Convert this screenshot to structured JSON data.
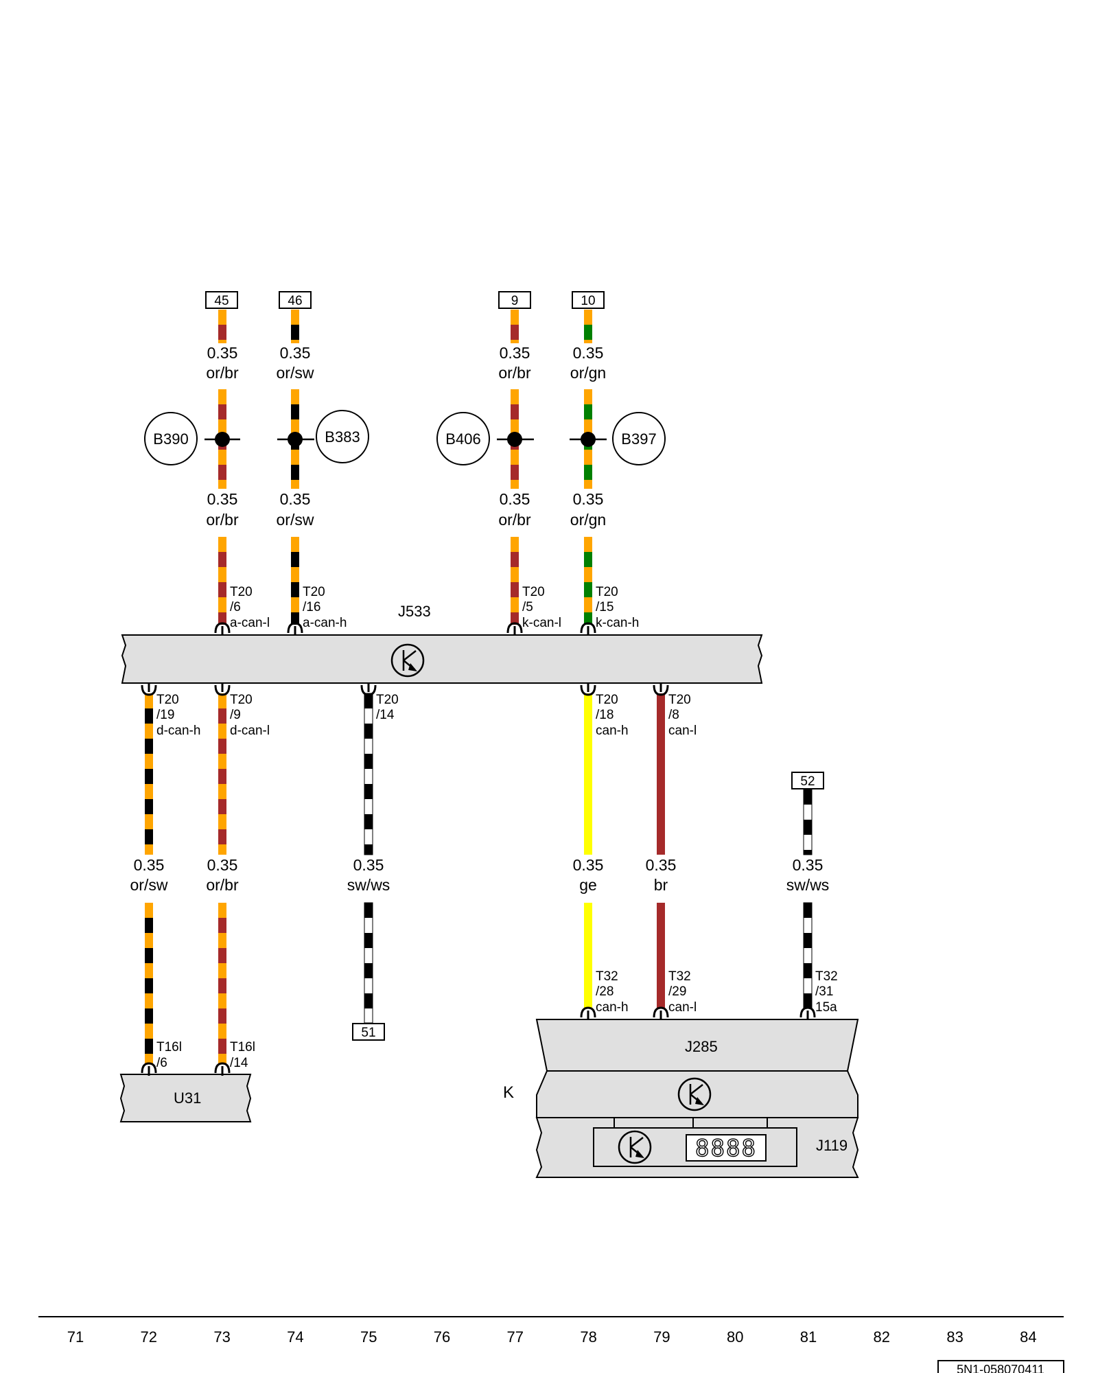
{
  "components": {
    "j533": "J533",
    "j285": "J285",
    "j119": "J119",
    "u31": "U31",
    "k": "K",
    "display": "8888"
  },
  "splices": [
    "B390",
    "B383",
    "B406",
    "B397"
  ],
  "refs": {
    "r45": "45",
    "r46": "46",
    "r9": "9",
    "r10": "10",
    "r51": "51",
    "r52": "52"
  },
  "colors": {
    "or": "#ffa500",
    "br": "#a52a2a",
    "sw": "#000000",
    "gn": "#008000",
    "ge": "#ffff00",
    "ws": "#ffffff"
  },
  "wires": [
    {
      "gauge": "0.35",
      "color": "or/br"
    },
    {
      "gauge": "0.35",
      "color": "or/sw"
    },
    {
      "gauge": "0.35",
      "color": "or/br"
    },
    {
      "gauge": "0.35",
      "color": "or/gn"
    },
    {
      "gauge": "0.35",
      "color": "or/br"
    },
    {
      "gauge": "0.35",
      "color": "or/sw"
    },
    {
      "gauge": "0.35",
      "color": "or/br"
    },
    {
      "gauge": "0.35",
      "color": "or/gn"
    },
    {
      "gauge": "0.35",
      "color": "or/sw"
    },
    {
      "gauge": "0.35",
      "color": "or/br"
    },
    {
      "gauge": "0.35",
      "color": "sw/ws"
    },
    {
      "gauge": "0.35",
      "color": "ge"
    },
    {
      "gauge": "0.35",
      "color": "br"
    },
    {
      "gauge": "0.35",
      "color": "sw/ws"
    }
  ],
  "pins": [
    {
      "conn": "T20",
      "pin": "/6",
      "sig": "a-can-l"
    },
    {
      "conn": "T20",
      "pin": "/16",
      "sig": "a-can-h"
    },
    {
      "conn": "T20",
      "pin": "/5",
      "sig": "k-can-l"
    },
    {
      "conn": "T20",
      "pin": "/15",
      "sig": "k-can-h"
    },
    {
      "conn": "T20",
      "pin": "/19",
      "sig": "d-can-h"
    },
    {
      "conn": "T20",
      "pin": "/9",
      "sig": "d-can-l"
    },
    {
      "conn": "T20",
      "pin": "/14",
      "sig": ""
    },
    {
      "conn": "T20",
      "pin": "/18",
      "sig": "can-h"
    },
    {
      "conn": "T20",
      "pin": "/8",
      "sig": "can-l"
    },
    {
      "conn": "T32",
      "pin": "/28",
      "sig": "can-h"
    },
    {
      "conn": "T32",
      "pin": "/29",
      "sig": "can-l"
    },
    {
      "conn": "T32",
      "pin": "/31",
      "sig": "15a"
    },
    {
      "conn": "T16l",
      "pin": "/6",
      "sig": ""
    },
    {
      "conn": "T16l",
      "pin": "/14",
      "sig": ""
    }
  ],
  "ruler": [
    "71",
    "72",
    "73",
    "74",
    "75",
    "76",
    "77",
    "78",
    "79",
    "80",
    "81",
    "82",
    "83",
    "84"
  ],
  "doc_id": "5N1-058070411"
}
